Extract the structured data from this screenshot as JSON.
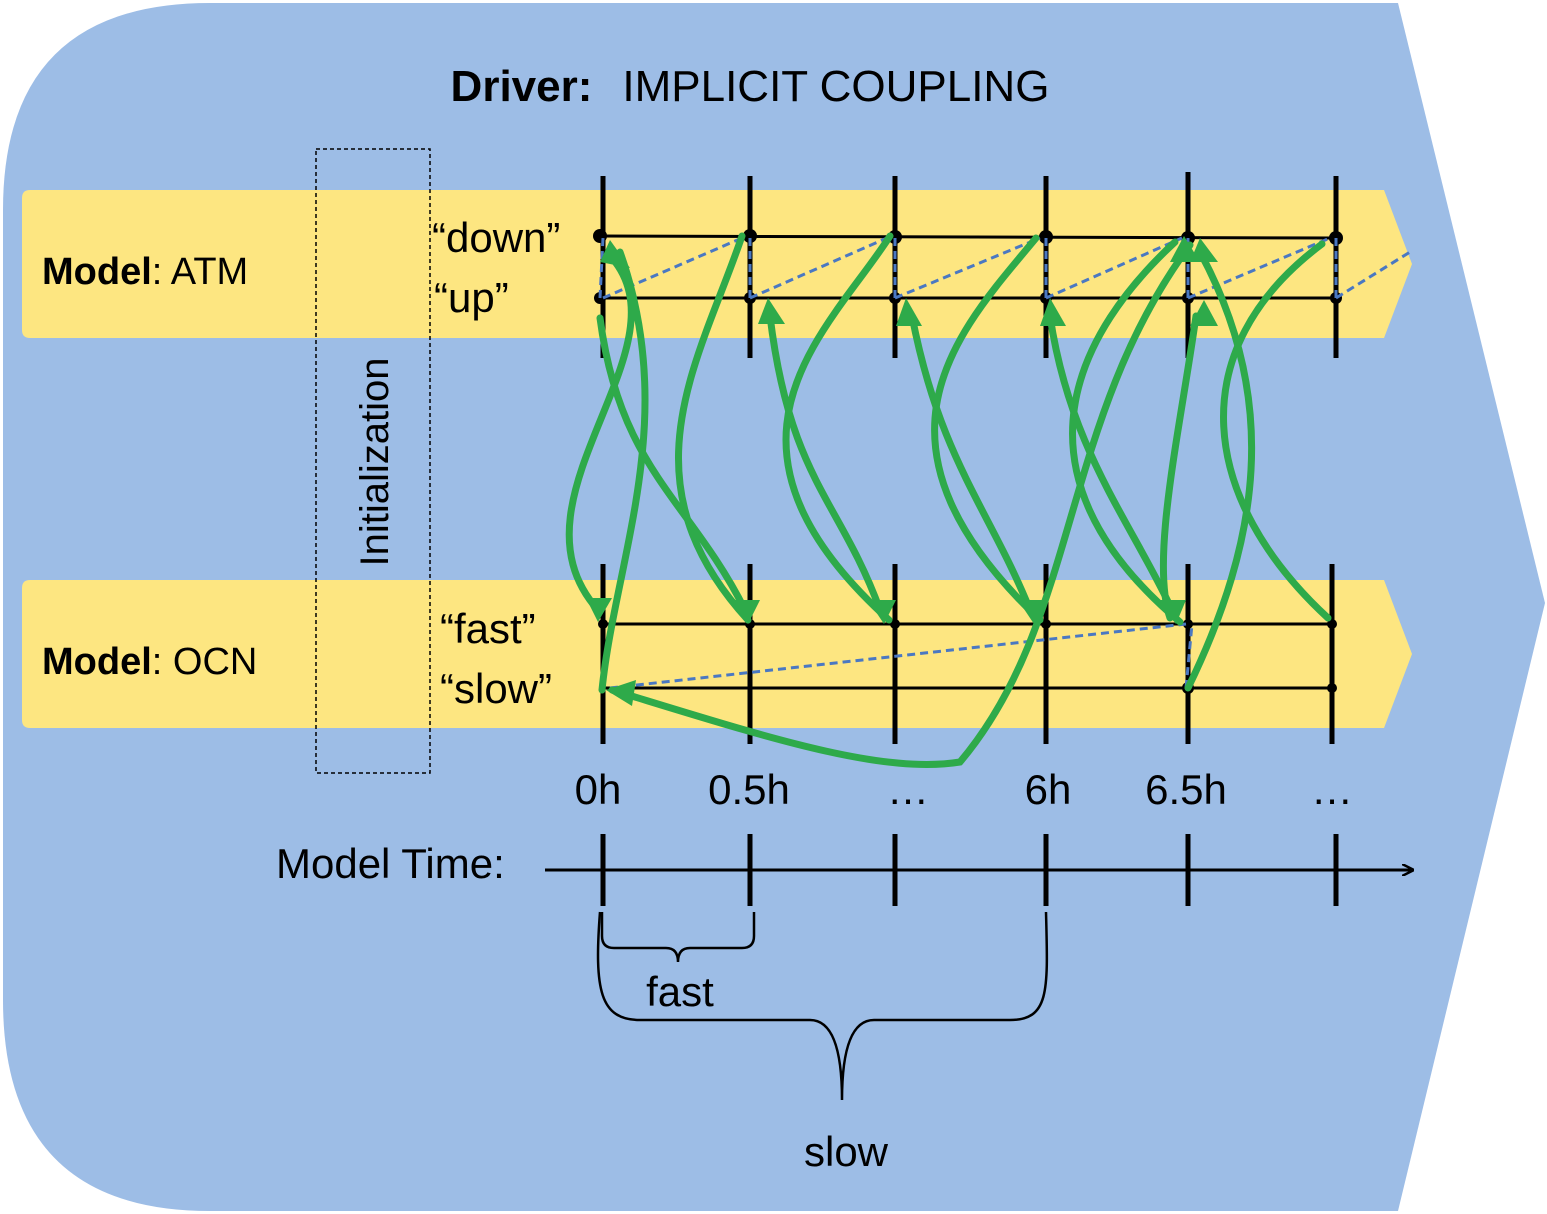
{
  "title": {
    "bold": "Driver:",
    "rest": "IMPLICIT COUPLING"
  },
  "models": [
    {
      "bold": "Model",
      "rest": ": ATM",
      "upper_label": "“down”",
      "lower_label": "“up”"
    },
    {
      "bold": "Model",
      "rest": ": OCN",
      "upper_label": "“fast”",
      "lower_label": "“slow”"
    }
  ],
  "initialization_label": "Initialization",
  "time_ticks": [
    "0h",
    "0.5h",
    "…",
    "6h",
    "6.5h",
    "…"
  ],
  "model_time_label": "Model Time:",
  "brace_labels": {
    "fast": "fast",
    "slow": "slow"
  },
  "colors": {
    "background": "#9dbde6",
    "band": "#fde681",
    "arrow": "#2eaa4a",
    "dashed": "#4a78c2",
    "line": "#000000"
  }
}
